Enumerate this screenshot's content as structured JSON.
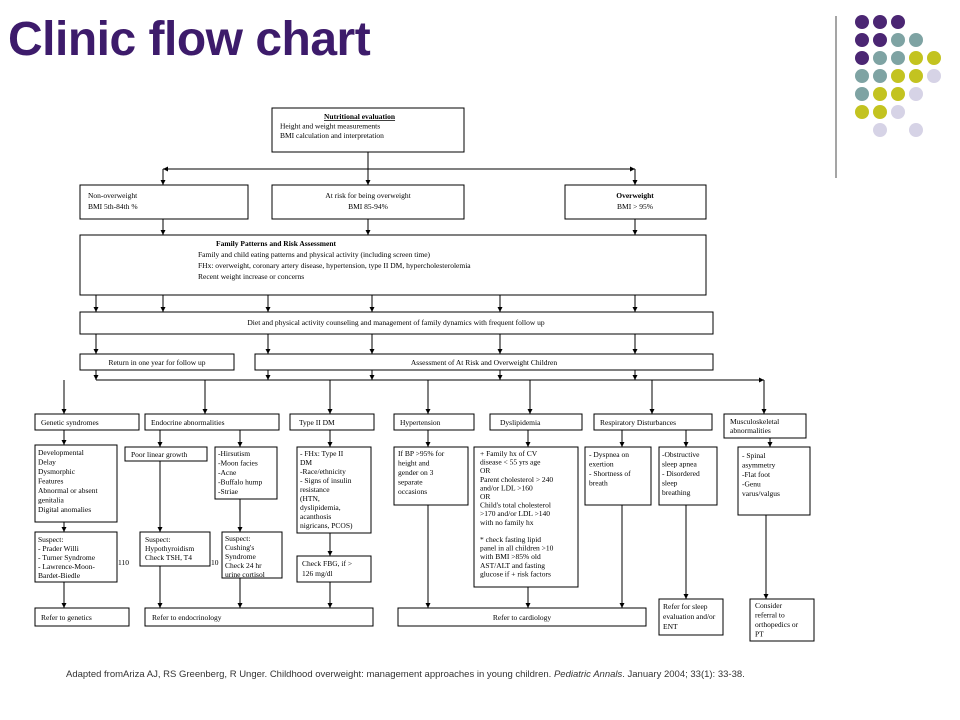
{
  "title": "Clinic flow chart",
  "colors": {
    "title": "#3d1b6b",
    "dot_purple": "#4b2673",
    "dot_teal": "#7ea3a3",
    "dot_lime": "#c3c320",
    "dot_lavender": "#d6d3e6"
  },
  "boxes": [
    {
      "id": "nutritional-evaluation",
      "lines": [
        {
          "text": "Nutritional evaluation",
          "bold": true,
          "underline": true
        },
        {
          "text": "Height and weight measurements"
        },
        {
          "text": "BMI calculation and interpretation"
        }
      ]
    },
    {
      "id": "non-overweight",
      "lines": [
        {
          "text": "Non-overweight"
        },
        {
          "text": "BMI 5th-84th %"
        }
      ]
    },
    {
      "id": "at-risk",
      "lines": [
        {
          "text": "At risk for being overweight"
        },
        {
          "text": "BMI 85-94%"
        }
      ]
    },
    {
      "id": "overweight",
      "lines": [
        {
          "text": "Overweight",
          "bold": true
        },
        {
          "text": "BMI > 95%"
        }
      ]
    },
    {
      "id": "family-patterns",
      "lines": [
        {
          "text": "Family Patterns and Risk Assessment",
          "bold": true
        },
        {
          "text": "Family and child eating patterns and physical activity (including screen time)"
        },
        {
          "text": "FHx: overweight, coronary artery disease, hypertension, type II DM, hypercholesterolemia"
        },
        {
          "text": "Recent weight increase or concerns"
        }
      ]
    },
    {
      "id": "diet-counseling",
      "lines": [
        {
          "text": "Diet and physical activity counseling and management of family dynamics with frequent follow up"
        }
      ]
    },
    {
      "id": "return-one-year",
      "lines": [
        {
          "text": "Return in one year for follow up"
        }
      ]
    },
    {
      "id": "assessment",
      "lines": [
        {
          "text": "Assessment of At Risk and Overweight Children"
        }
      ]
    },
    {
      "id": "genetic-syndromes",
      "lines": [
        {
          "text": "Genetic syndromes"
        }
      ]
    },
    {
      "id": "endocrine-abnormalities",
      "lines": [
        {
          "text": "Endocrine abnormalities"
        }
      ]
    },
    {
      "id": "type-ii-dm",
      "lines": [
        {
          "text": "Type II DM"
        }
      ]
    },
    {
      "id": "hypertension",
      "lines": [
        {
          "text": "Hypertension"
        }
      ]
    },
    {
      "id": "dyslipidemia",
      "lines": [
        {
          "text": "Dyslipidemia"
        }
      ]
    },
    {
      "id": "respiratory-disturbances",
      "lines": [
        {
          "text": "Respiratory Disturbances"
        }
      ]
    },
    {
      "id": "musculoskeletal",
      "lines": [
        {
          "text": "Musculoskeletal"
        },
        {
          "text": "abnormalities"
        }
      ]
    },
    {
      "id": "genetic-features",
      "lines": [
        {
          "text": "Developmental"
        },
        {
          "text": "Delay"
        },
        {
          "text": "Dysmorphic"
        },
        {
          "text": "Features"
        },
        {
          "text": "Abnormal or absent"
        },
        {
          "text": "genitalia"
        },
        {
          "text": "Digital anomalies"
        }
      ]
    },
    {
      "id": "poor-linear-growth",
      "lines": [
        {
          "text": "Poor linear growth"
        }
      ]
    },
    {
      "id": "endocrine-signs",
      "lines": [
        {
          "text": "-Hirsutism"
        },
        {
          "text": "-Moon facies"
        },
        {
          "text": "-Acne"
        },
        {
          "text": "-Buffalo hump"
        },
        {
          "text": "-Striae"
        }
      ]
    },
    {
      "id": "dm-risks",
      "lines": [
        {
          "text": "- FHx: Type II"
        },
        {
          "text": "DM"
        },
        {
          "text": "-Race/ethnicity"
        },
        {
          "text": "- Signs of insulin"
        },
        {
          "text": "resistance"
        },
        {
          "text": "(HTN,"
        },
        {
          "text": "dyslipidemia,"
        },
        {
          "text": "acanthosis"
        },
        {
          "text": "nigricans, PCOS)"
        }
      ]
    },
    {
      "id": "bp-criteria",
      "lines": [
        {
          "text": "If BP >95% for"
        },
        {
          "text": "height and"
        },
        {
          "text": "gender on 3"
        },
        {
          "text": "separate"
        },
        {
          "text": "occasions"
        }
      ]
    },
    {
      "id": "lipid-criteria",
      "lines": [
        {
          "text": "+ Family hx of CV"
        },
        {
          "text": "disease < 55 yrs age"
        },
        {
          "text": "OR"
        },
        {
          "text": "Parent cholesterol > 240"
        },
        {
          "text": "and/or LDL >160"
        },
        {
          "text": "OR"
        },
        {
          "text": "Child's total cholesterol"
        },
        {
          "text": ">170 and/or LDL >140"
        },
        {
          "text": "with no family hx"
        },
        {
          "text": ""
        },
        {
          "text": "* check fasting lipid"
        },
        {
          "text": "panel in all children >10"
        },
        {
          "text": "with BMI >85% old"
        },
        {
          "text": "AST/ALT and fasting"
        },
        {
          "text": "glucose if + risk factors"
        }
      ]
    },
    {
      "id": "resp-symptoms",
      "lines": [
        {
          "text": "- Dyspnea on"
        },
        {
          "text": "exertion"
        },
        {
          "text": "- Shortness of"
        },
        {
          "text": "breath"
        }
      ]
    },
    {
      "id": "sleep-symptoms",
      "lines": [
        {
          "text": "-Obstructive"
        },
        {
          "text": "sleep apnea"
        },
        {
          "text": "- Disordered"
        },
        {
          "text": "sleep"
        },
        {
          "text": "breathing"
        }
      ]
    },
    {
      "id": "msk-signs",
      "lines": [
        {
          "text": "- Spinal"
        },
        {
          "text": "asymmetry"
        },
        {
          "text": "-Flat foot"
        },
        {
          "text": "-Genu"
        },
        {
          "text": "varus/valgus"
        }
      ]
    },
    {
      "id": "suspect-genetic",
      "lines": [
        {
          "text": "Suspect:"
        },
        {
          "text": "- Prader Willi"
        },
        {
          "text": "- Turner Syndrome"
        },
        {
          "text": "- Lawrence-Moon-"
        },
        {
          "text": "Bardet-Biedle"
        }
      ]
    },
    {
      "id": "suspect-hypothyroid",
      "lines": [
        {
          "text": "Suspect:"
        },
        {
          "text": "Hypothyroidism"
        },
        {
          "text": "Check TSH, T4"
        }
      ]
    },
    {
      "id": "suspect-cushings",
      "lines": [
        {
          "text": "Suspect:"
        },
        {
          "text": "Cushing's"
        },
        {
          "text": "Syndrome"
        },
        {
          "text": "Check 24 hr"
        },
        {
          "text": "urine cortisol"
        }
      ]
    },
    {
      "id": "check-fbg",
      "lines": [
        {
          "text": "Check FBG, if >"
        },
        {
          "text": "126 mg/dl"
        }
      ]
    },
    {
      "id": "refer-genetics",
      "lines": [
        {
          "text": "Refer to genetics"
        }
      ]
    },
    {
      "id": "refer-endocrinology",
      "lines": [
        {
          "text": "Refer to endocrinology"
        }
      ]
    },
    {
      "id": "refer-cardiology",
      "lines": [
        {
          "text": "Refer to cardiology"
        }
      ]
    },
    {
      "id": "refer-sleep",
      "lines": [
        {
          "text": "Refer for sleep"
        },
        {
          "text": "evaluation and/or"
        },
        {
          "text": "ENT"
        }
      ]
    },
    {
      "id": "refer-ortho",
      "lines": [
        {
          "text": "Consider"
        },
        {
          "text": "referral to"
        },
        {
          "text": "orthopedics or"
        },
        {
          "text": "PT"
        }
      ]
    }
  ],
  "fragments": {
    "genetic_cut": "110",
    "endocrine_cut": "10"
  },
  "citation": {
    "prefix": "Adapted fromAriza AJ, RS Greenberg, R Unger. Childhood overweight: management approaches in young children. ",
    "journal": "Pediatric Annals",
    "suffix": ". January 2004; 33(1): 33-38."
  }
}
